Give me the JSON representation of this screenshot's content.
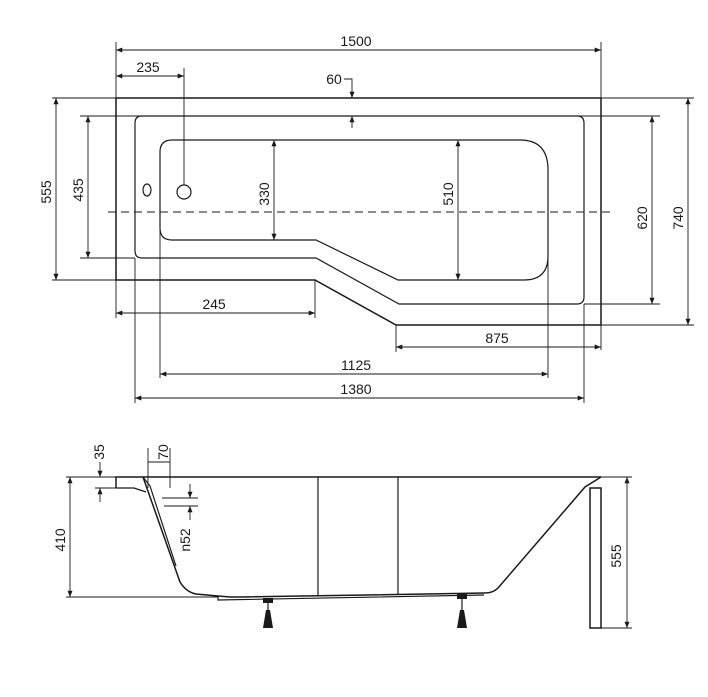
{
  "plan_view": {
    "dims": {
      "overall_length": "1500",
      "drain_offset": "235",
      "rim_width": "60",
      "height_555": "555",
      "height_435": "435",
      "inner_330": "330",
      "inner_510": "510",
      "height_620": "620",
      "height_740": "740",
      "step_245": "245",
      "step_875": "875",
      "inner_1125": "1125",
      "inner_1380": "1380"
    }
  },
  "section_view": {
    "dims": {
      "rim_35": "35",
      "rim_70": "70",
      "overflow_n52": "n52",
      "depth_410": "410",
      "height_555": "555"
    }
  },
  "colors": {
    "line": "#1a1a1a",
    "background": "#ffffff"
  }
}
